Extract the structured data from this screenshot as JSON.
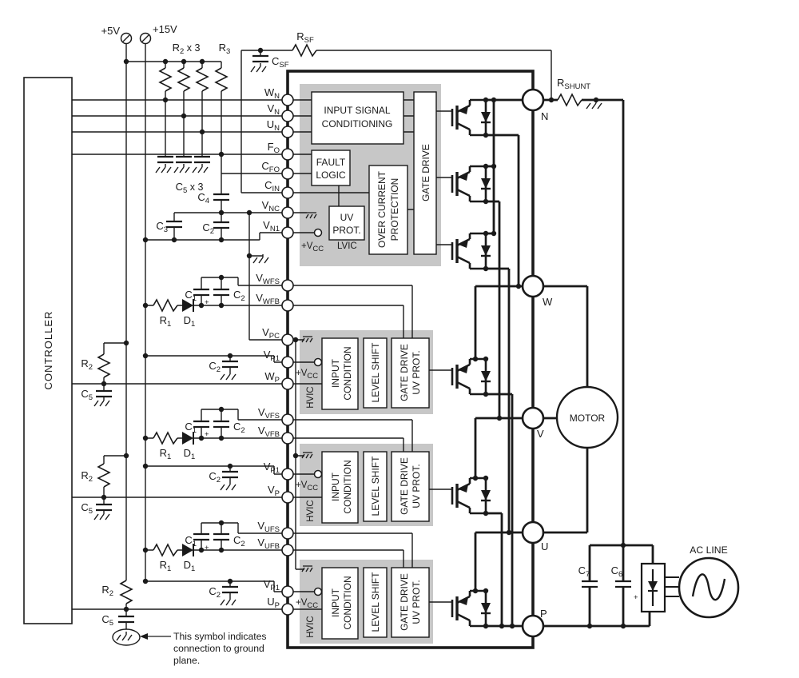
{
  "colors": {
    "line": "#1a1a1a",
    "block_fill": "#c7c7c7",
    "bg": "#ffffff"
  },
  "supplies": {
    "v5": "+5V",
    "v15": "+15V"
  },
  "controller": {
    "label": "CONTROLLER"
  },
  "labels": {
    "r2x3": {
      "m": "R",
      "s": "2",
      "x": " x 3"
    },
    "r3": {
      "m": "R",
      "s": "3"
    },
    "c5x3": {
      "m": "C",
      "s": "5",
      "x": " x 3"
    },
    "rsf": {
      "m": "R",
      "s": "SF"
    },
    "csf": {
      "m": "C",
      "s": "SF"
    },
    "rshunt": {
      "m": "R",
      "s": "SHUNT"
    },
    "c4": {
      "m": "C",
      "s": "4"
    },
    "c3": {
      "m": "C",
      "s": "3"
    },
    "c2": {
      "m": "C",
      "s": "2"
    },
    "c1": {
      "m": "C",
      "s": "1"
    },
    "r1": {
      "m": "R",
      "s": "1"
    },
    "d1": {
      "m": "D",
      "s": "1"
    },
    "r2": {
      "m": "R",
      "s": "2"
    },
    "c5": {
      "m": "C",
      "s": "5"
    },
    "c7": {
      "m": "C",
      "s": "7"
    },
    "c6": {
      "m": "C",
      "s": "6"
    },
    "vcc": {
      "m": "+V",
      "s": "CC"
    },
    "plus": "+"
  },
  "lvic": {
    "name": "LVIC",
    "isc1": "INPUT SIGNAL",
    "isc2": "CONDITIONING",
    "fault1": "FAULT",
    "fault2": "LOGIC",
    "ocp1": "OVER CURRENT",
    "ocp2": "PROTECTION",
    "uv1": "UV",
    "uv2": "PROT.",
    "gate_drive": "GATE DRIVE"
  },
  "hvic": {
    "name": "HVIC",
    "in1": "INPUT",
    "in2": "CONDITION",
    "level_shift": "LEVEL SHIFT",
    "gd1": "GATE DRIVE",
    "gd2": "UV PROT."
  },
  "pins": [
    {
      "m": "W",
      "s": "N"
    },
    {
      "m": "V",
      "s": "N"
    },
    {
      "m": "U",
      "s": "N"
    },
    {
      "m": "F",
      "s": "O"
    },
    {
      "m": "C",
      "s": "FO"
    },
    {
      "m": "C",
      "s": "IN"
    },
    {
      "m": "V",
      "s": "NC"
    },
    {
      "m": "V",
      "s": "N1"
    },
    {
      "m": "V",
      "s": "WFS"
    },
    {
      "m": "V",
      "s": "WFB"
    },
    {
      "m": "V",
      "s": "PC"
    },
    {
      "m": "V",
      "s": "P1"
    },
    {
      "m": "W",
      "s": "P"
    },
    {
      "m": "V",
      "s": "VFS"
    },
    {
      "m": "V",
      "s": "VFB"
    },
    {
      "m": "V",
      "s": "P1"
    },
    {
      "m": "V",
      "s": "P"
    },
    {
      "m": "V",
      "s": "UFS"
    },
    {
      "m": "V",
      "s": "UFB"
    },
    {
      "m": "V",
      "s": "P1"
    },
    {
      "m": "U",
      "s": "P"
    }
  ],
  "nodes": {
    "n": "N",
    "w": "W",
    "v": "V",
    "u": "U",
    "p": "P"
  },
  "motor": "MOTOR",
  "ac_line": "AC LINE",
  "note": {
    "l1": "This symbol indicates",
    "l2": "connection to ground",
    "l3": "plane."
  }
}
